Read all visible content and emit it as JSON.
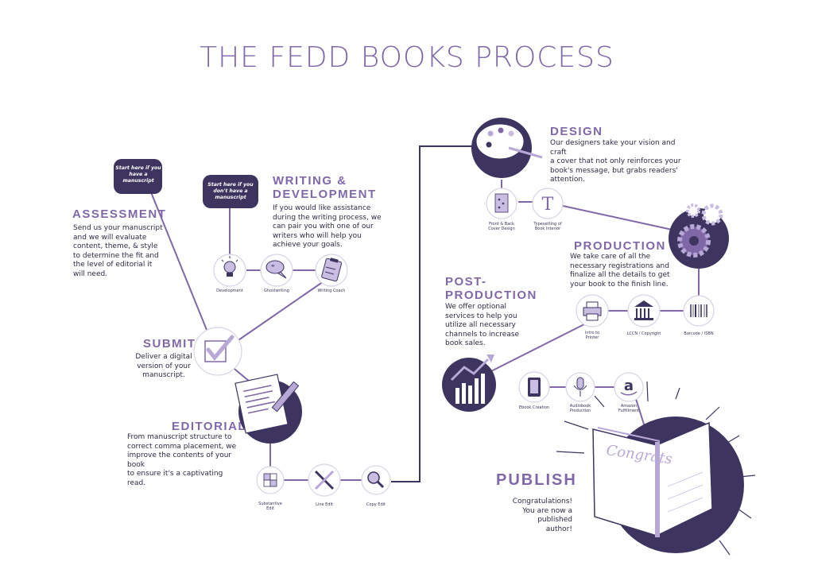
{
  "title": "THE FEDD BOOKS PROCESS",
  "start_notes": {
    "with_manuscript": "Start here if you have a manuscript",
    "without_manuscript": "Start here if you don't have a manuscript"
  },
  "stages": {
    "assessment": {
      "heading": "ASSESSMENT",
      "body": [
        "Send us your manuscript",
        "and we will evaluate",
        "content, theme, & style",
        "to determine the fit and",
        "the level of editorial it",
        "will need."
      ]
    },
    "writing": {
      "heading": [
        "WRITING &",
        "DEVELOPMENT"
      ],
      "body": [
        "If you would like assistance",
        "during the writing process, we",
        "can pair you with one of our",
        "writers who will help you",
        "achieve your goals."
      ],
      "steps": [
        "Development",
        "Ghostwriting",
        "Writing Coach"
      ]
    },
    "submit": {
      "heading": "SUBMIT",
      "body": [
        "Deliver a digital",
        "version of your",
        "manuscript."
      ]
    },
    "editorial": {
      "heading": "EDITORIAL",
      "body": [
        "From manuscript structure to",
        "correct comma placement, we",
        "improve the contents of your book",
        "to ensure it's a captivating read."
      ],
      "steps": [
        [
          "Substantive",
          "Edit"
        ],
        [
          "Line Edit"
        ],
        [
          "Copy Edit"
        ]
      ]
    },
    "design": {
      "heading": "DESIGN",
      "body": [
        "Our designers take your vision and craft",
        "a cover that not only reinforces your",
        "book's message, but grabs readers'",
        "attention."
      ],
      "steps": [
        [
          "Front & Back",
          "Cover Design"
        ],
        [
          "Typesetting of",
          "Book Interior"
        ]
      ]
    },
    "production": {
      "heading": "PRODUCTION",
      "body": [
        "We take care of all the",
        "necessary registrations and",
        "finalize all the details to get",
        "your book to the finish line."
      ],
      "steps": [
        [
          "Intro to",
          "Printer"
        ],
        [
          "LCCN / Copyright"
        ],
        [
          "Barcode / ISBN"
        ]
      ]
    },
    "post_production": {
      "heading": [
        "POST-",
        "PRODUCTION"
      ],
      "body": [
        "We offer optional",
        "services to help you",
        "utilize all necessary",
        "channels to increase",
        "book sales."
      ],
      "steps": [
        [
          "Ebook Creation"
        ],
        [
          "Audiobook",
          "Production"
        ],
        [
          "Amazon",
          "Fulfillment"
        ]
      ]
    },
    "publish": {
      "heading": "PUBLISH",
      "body": [
        "Congratulations!",
        "You are now a",
        "published",
        "author!"
      ],
      "book_text": "Congrats"
    }
  },
  "colors": {
    "purple_dark": "#3d3460",
    "purple_light": "#8068a8",
    "lavender": "#b7a8d6",
    "ink": "#2f2a45"
  },
  "icons": [
    "lightbulb-icon",
    "speech-bubble-icon",
    "clipboard-icon",
    "checkmark-icon",
    "manuscript-pen-icon",
    "puzzle-icon",
    "tools-icon",
    "magnifier-icon",
    "palette-icon",
    "cover-design-icon",
    "typography-icon",
    "gears-icon",
    "printer-icon",
    "library-icon",
    "barcode-icon",
    "growth-chart-icon",
    "ebook-icon",
    "microphone-icon",
    "amazon-icon",
    "open-book-icon"
  ]
}
